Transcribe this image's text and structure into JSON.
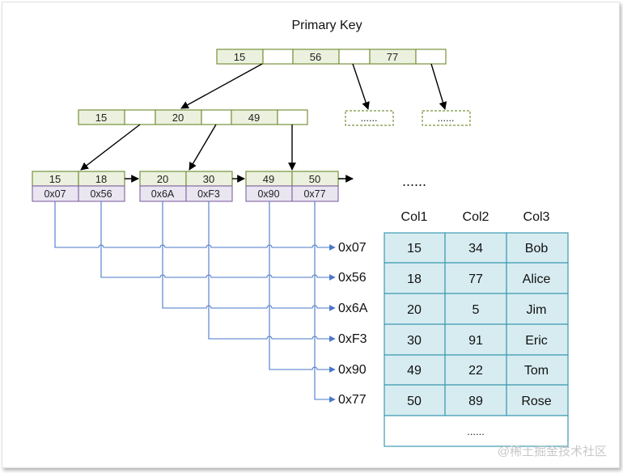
{
  "title": "Primary Key",
  "root": {
    "keys": [
      "15",
      "56",
      "77"
    ]
  },
  "internal": {
    "keys": [
      "15",
      "20",
      "49"
    ]
  },
  "placeholder": "......",
  "leaves": [
    {
      "keys": [
        "15",
        "18"
      ],
      "addrs": [
        "0x07",
        "0x56"
      ]
    },
    {
      "keys": [
        "20",
        "30"
      ],
      "addrs": [
        "0x6A",
        "0xF3"
      ]
    },
    {
      "keys": [
        "49",
        "50"
      ],
      "addrs": [
        "0x90",
        "0x77"
      ]
    }
  ],
  "ellipsis": "......",
  "row_addresses": [
    "0x07",
    "0x56",
    "0x6A",
    "0xF3",
    "0x90",
    "0x77"
  ],
  "table": {
    "headers": [
      "Col1",
      "Col2",
      "Col3"
    ],
    "rows": [
      [
        "15",
        "34",
        "Bob"
      ],
      [
        "18",
        "77",
        "Alice"
      ],
      [
        "20",
        "5",
        "Jim"
      ],
      [
        "30",
        "91",
        "Eric"
      ],
      [
        "49",
        "22",
        "Tom"
      ],
      [
        "50",
        "89",
        "Rose"
      ]
    ],
    "more": "......"
  },
  "watermark": "@稀土掘金技术社区",
  "colors": {
    "key_fill": "#ebf1de",
    "key_border": "#77933c",
    "addr_fill": "#e9e5f1",
    "addr_border": "#8064a2",
    "table_fill": "#d7ecf1",
    "table_border": "#3c9ab0",
    "pointer_line": "#4a77c9"
  }
}
